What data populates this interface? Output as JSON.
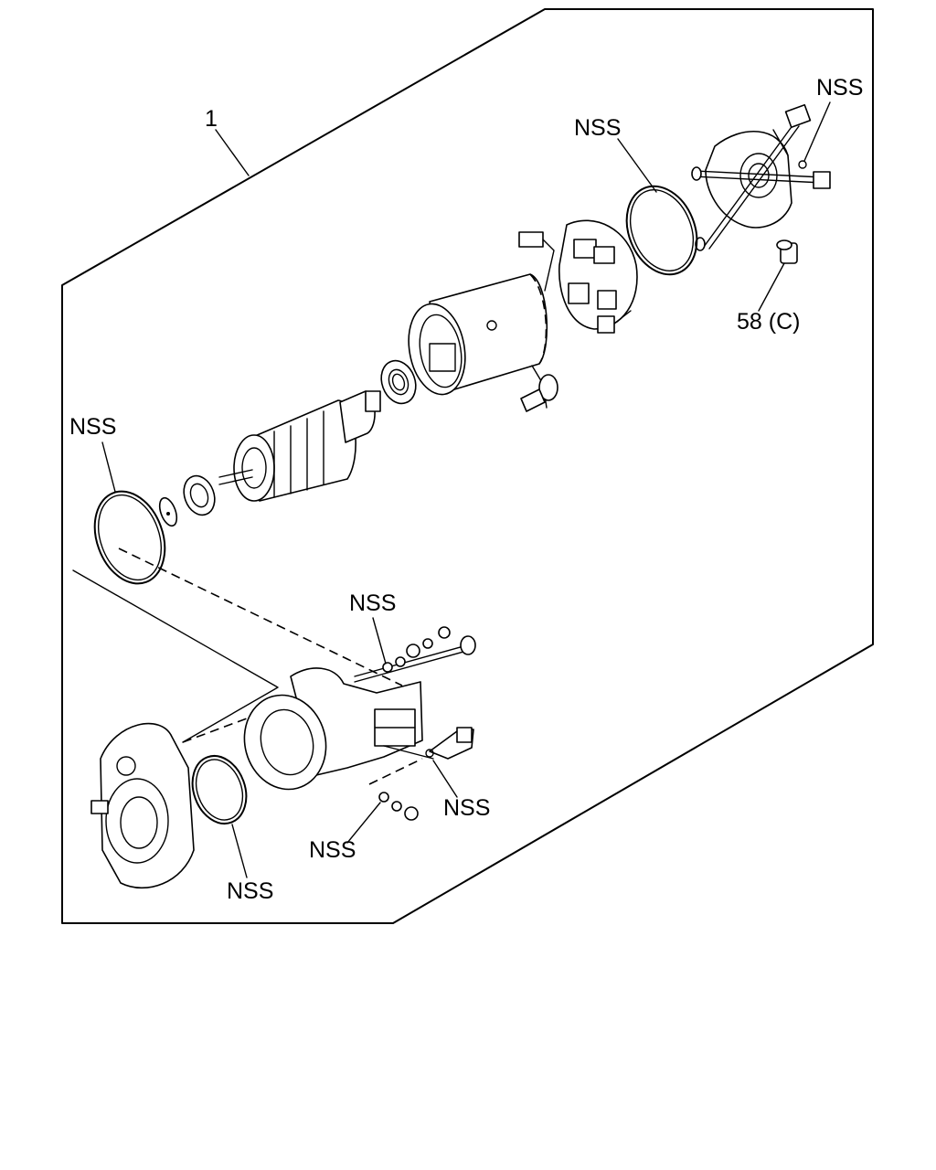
{
  "callouts": {
    "assembly": "1",
    "nss_through_bolt_washer": "NSS",
    "nss_rear_cover_oring": "NSS",
    "part_58": "58 (C)",
    "nss_yoke_oring": "NSS",
    "nss_terminal_washer": "NSS",
    "nss_bracket_washer": "NSS",
    "nss_lower_washer": "NSS",
    "nss_housing_oring": "NSS"
  }
}
